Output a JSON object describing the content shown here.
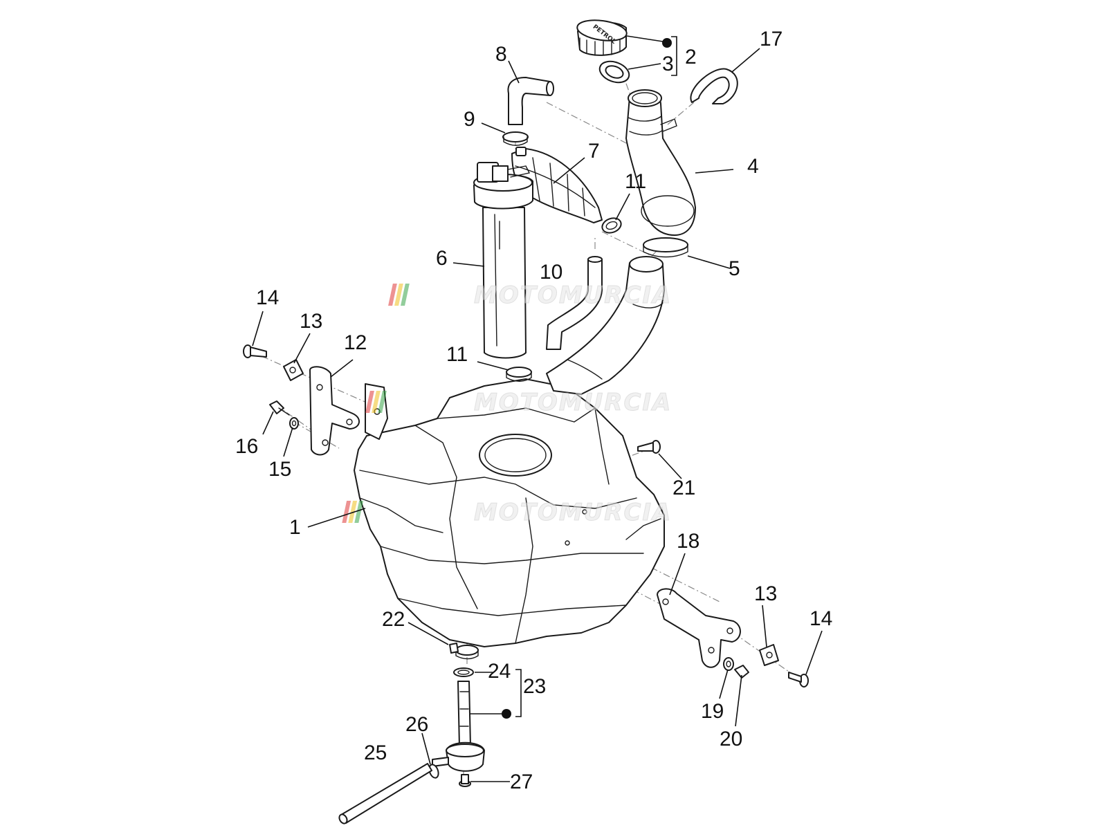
{
  "diagram": {
    "labels": {
      "n1": "1",
      "n2": "2",
      "n3": "3",
      "n4": "4",
      "n5": "5",
      "n6": "6",
      "n7": "7",
      "n8": "8",
      "n9": "9",
      "n10": "10",
      "n11a": "11",
      "n11b": "11",
      "n12": "12",
      "n13a": "13",
      "n13b": "13",
      "n14a": "14",
      "n14b": "14",
      "n15": "15",
      "n16": "16",
      "n17": "17",
      "n18": "18",
      "n19": "19",
      "n20": "20",
      "n21": "21",
      "n22": "22",
      "n23": "23",
      "n24": "24",
      "n25": "25",
      "n26": "26",
      "n27": "27"
    },
    "cap_text": "PETROL",
    "watermark": "MOTOMURCIA",
    "colors": {
      "line": "#1a1a1a",
      "watermark_stripes": [
        "#e03a3a",
        "#f0c020",
        "#3aa64a"
      ]
    }
  }
}
